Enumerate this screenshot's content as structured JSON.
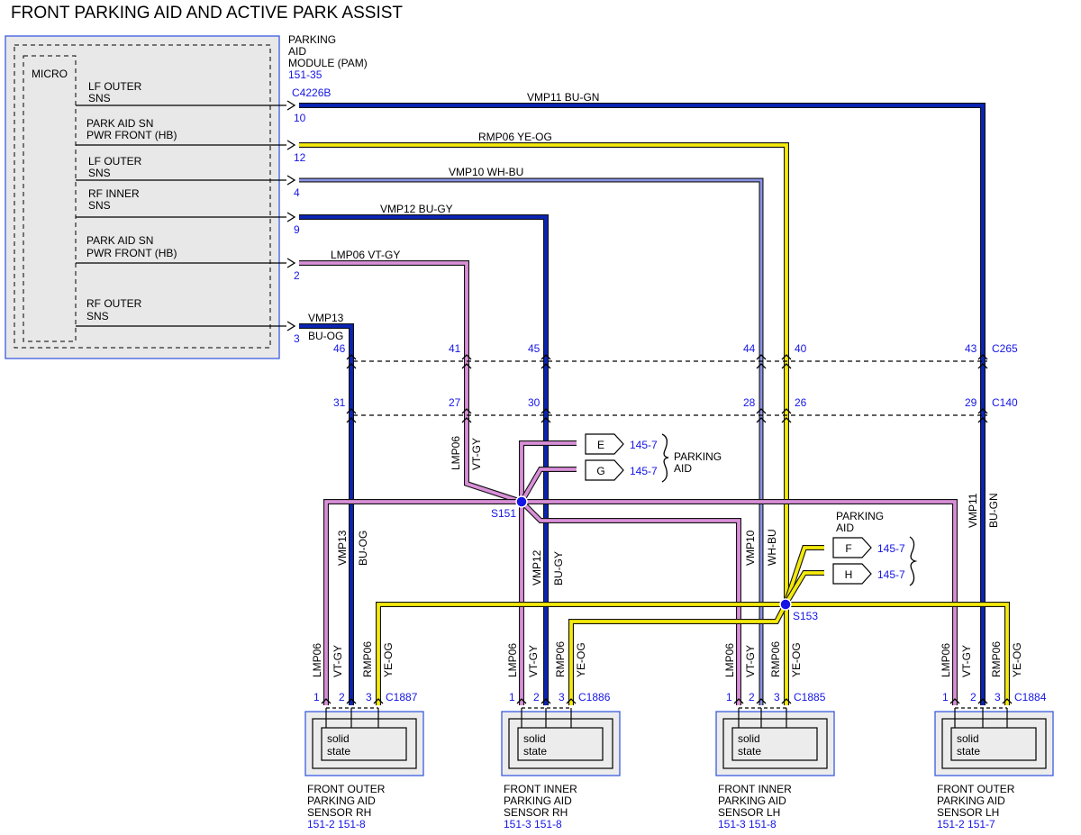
{
  "title": "FRONT PARKING AID AND ACTIVE PARK ASSIST",
  "colors": {
    "BU-GN": "#0a24b8",
    "YE-OG": "#f4ea0c",
    "WH-BU": "#8a93e6",
    "BU-GY": "#0a24b8",
    "VT-GY": "#d98fd8",
    "BU-OG": "#0a24b8",
    "ref_text": "#1515e6",
    "splice": "#1515e6"
  },
  "module": {
    "name_lines": [
      "PARKING",
      "AID",
      "MODULE (PAM)"
    ],
    "ref": "151-35",
    "connector": "C4226B",
    "micro_label": "MICRO",
    "signals": [
      {
        "lines": [
          "LF OUTER",
          "SNS"
        ],
        "pin": "10"
      },
      {
        "lines": [
          "PARK AID SN",
          "PWR FRONT (HB)"
        ],
        "pin": "12"
      },
      {
        "lines": [
          "LF OUTER",
          "SNS"
        ],
        "pin": "4"
      },
      {
        "lines": [
          "RF INNER",
          "SNS"
        ],
        "pin": "9"
      },
      {
        "lines": [
          "PARK AID SN",
          "PWR FRONT (HB)"
        ],
        "pin": "2"
      },
      {
        "lines": [
          "RF OUTER",
          "SNS"
        ],
        "pin": "3"
      }
    ]
  },
  "top_wires": [
    {
      "circuit": "VMP11",
      "color": "BU-GN"
    },
    {
      "circuit": "RMP06",
      "color": "YE-OG"
    },
    {
      "circuit": "VMP10",
      "color": "WH-BU"
    },
    {
      "circuit": "VMP12",
      "color": "BU-GY"
    },
    {
      "circuit": "LMP06",
      "color": "VT-GY"
    },
    {
      "circuit": "VMP13",
      "color": "BU-OG"
    }
  ],
  "inline_connectors": [
    {
      "name": "C265",
      "pins": [
        "46",
        "41",
        "45",
        "44",
        "40",
        "43"
      ]
    },
    {
      "name": "C140",
      "pins": [
        "31",
        "27",
        "30",
        "28",
        "26",
        "29"
      ]
    }
  ],
  "vertical_labels": [
    {
      "circuit": "LMP06",
      "color": "VT-GY"
    },
    {
      "circuit": "VMP13",
      "color": "BU-OG"
    },
    {
      "circuit": "VMP12",
      "color": "BU-GY"
    },
    {
      "circuit": "VMP10",
      "color": "WH-BU"
    },
    {
      "circuit": "VMP11",
      "color": "BU-GN"
    }
  ],
  "splices": [
    {
      "name": "S151",
      "group": "PARKING AID",
      "refs": [
        {
          "letter": "E",
          "page": "145-7"
        },
        {
          "letter": "G",
          "page": "145-7"
        }
      ]
    },
    {
      "name": "S153",
      "group": "PARKING AID",
      "refs": [
        {
          "letter": "F",
          "page": "145-7"
        },
        {
          "letter": "H",
          "page": "145-7"
        }
      ]
    }
  ],
  "sensors": [
    {
      "connector": "C1887",
      "name_lines": [
        "FRONT OUTER",
        "PARKING AID",
        "SENSOR RH"
      ],
      "refs": "151-2  151-8",
      "inner": [
        "solid",
        "state"
      ],
      "pins": [
        "1",
        "2",
        "3"
      ],
      "wires": [
        {
          "c": "LMP06",
          "col": "VT-GY"
        },
        {
          "c": "RMP06",
          "col": "YE-OG"
        }
      ]
    },
    {
      "connector": "C1886",
      "name_lines": [
        "FRONT INNER",
        "PARKING AID",
        "SENSOR RH"
      ],
      "refs": "151-3  151-8",
      "inner": [
        "solid",
        "state"
      ],
      "pins": [
        "1",
        "2",
        "3"
      ],
      "wires": [
        {
          "c": "LMP06",
          "col": "VT-GY"
        },
        {
          "c": "RMP06",
          "col": "YE-OG"
        }
      ]
    },
    {
      "connector": "C1885",
      "name_lines": [
        "FRONT INNER",
        "PARKING AID",
        "SENSOR LH"
      ],
      "refs": "151-3  151-8",
      "inner": [
        "solid",
        "state"
      ],
      "pins": [
        "1",
        "2",
        "3"
      ],
      "wires": [
        {
          "c": "LMP06",
          "col": "VT-GY"
        },
        {
          "c": "RMP06",
          "col": "YE-OG"
        }
      ]
    },
    {
      "connector": "C1884",
      "name_lines": [
        "FRONT OUTER",
        "PARKING AID",
        "SENSOR LH"
      ],
      "refs": "151-2  151-7",
      "inner": [
        "solid",
        "state"
      ],
      "pins": [
        "1",
        "2",
        "3"
      ],
      "wires": [
        {
          "c": "LMP06",
          "col": "VT-GY"
        },
        {
          "c": "RMP06",
          "col": "YE-OG"
        }
      ]
    }
  ]
}
